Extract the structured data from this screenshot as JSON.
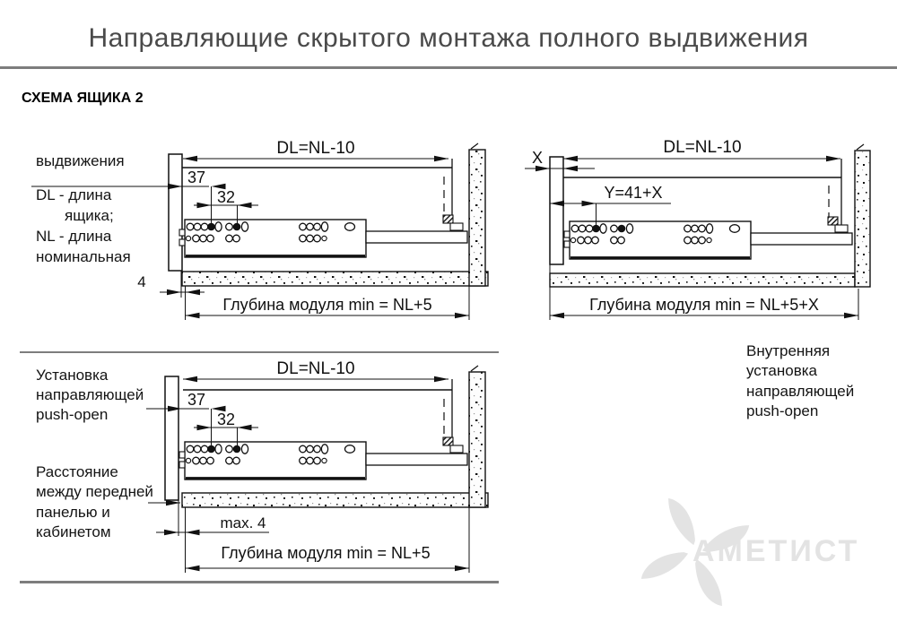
{
  "page": {
    "title": "Направляющие скрытого монтажа полного выдвижения",
    "section_heading": "СХЕМА ЯЩИКА 2"
  },
  "dimensions": {
    "drawer_length": "DL=NL-10",
    "offset_37": "37",
    "hole_pitch_32": "32",
    "gap_4": "4",
    "panel_x": "X",
    "y_formula": "Y=41+X",
    "max_gap": "max. 4",
    "module_depth_std": "Глубина модуля min = NL+5",
    "module_depth_x": "Глубина модуля min = NL+5+X"
  },
  "text_blocks": {
    "top_left": [
      "выдвижения",
      "DL - длина",
      "ящика;",
      "NL - длина",
      "номинальная"
    ],
    "install_push_open": [
      "Установка",
      "направляющей",
      "push-open"
    ],
    "front_panel_distance": [
      "Расстояние",
      "между передней",
      "панелью и",
      "кабинетом"
    ],
    "inner_install": [
      "Внутренняя",
      "установка",
      "направляющей",
      "push-open"
    ]
  },
  "watermark": {
    "text": "АМЕТИСТ"
  },
  "colors": {
    "line": "#111111",
    "separator": "#7d7d7d",
    "title": "#4a4a4a",
    "watermark": "#e3e3e3"
  }
}
